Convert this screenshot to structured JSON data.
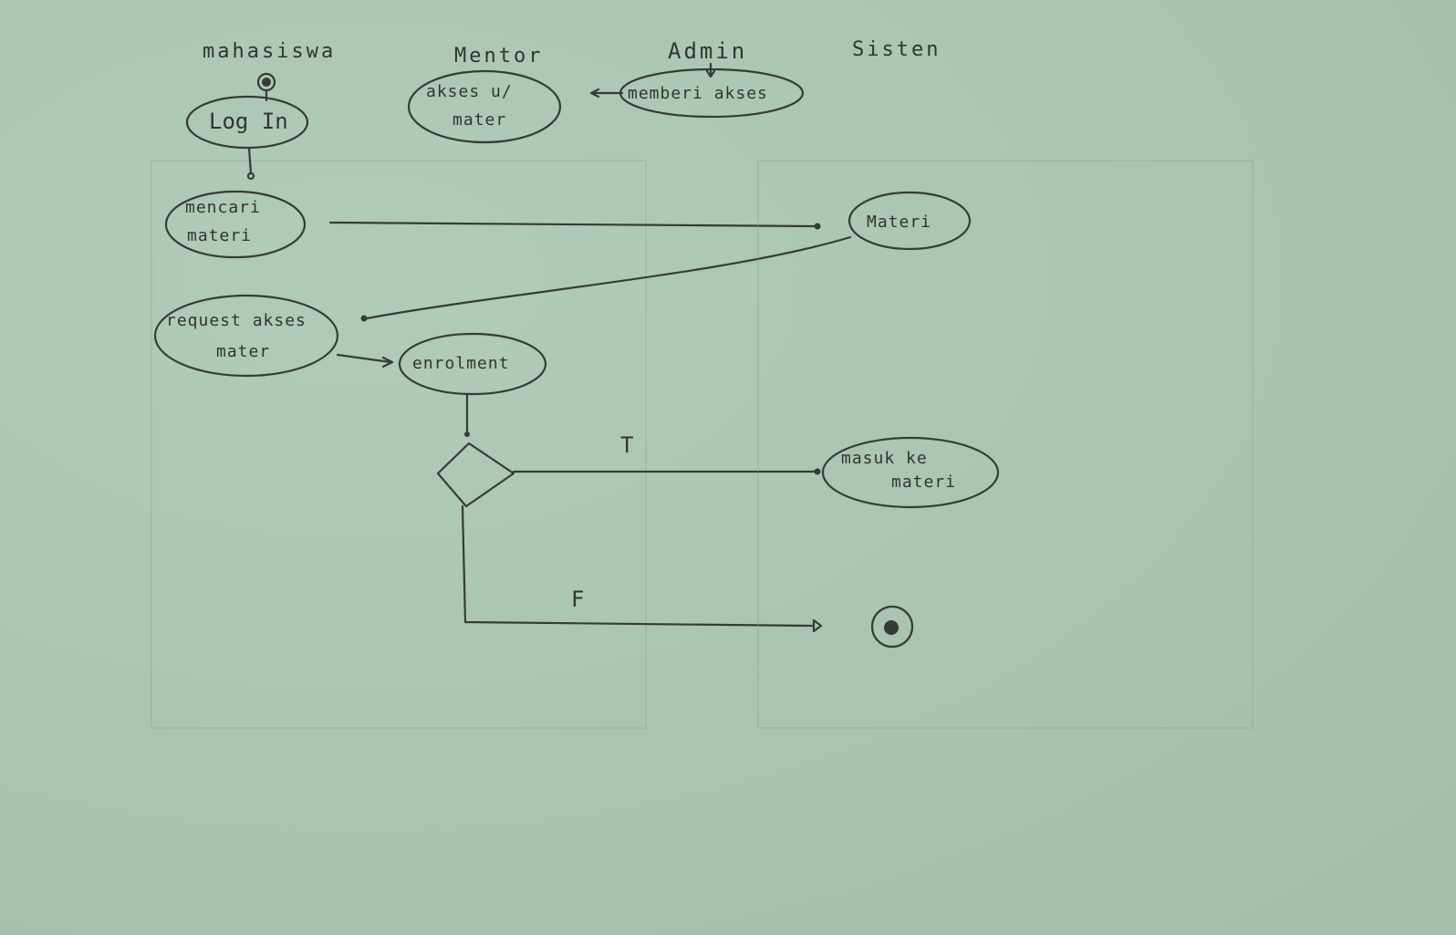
{
  "lanes": {
    "mahasiswa": "mahasiswa",
    "mentor": "Mentor",
    "admin": "Admin",
    "sistem": "Sisten"
  },
  "nodes": {
    "login": "Log In",
    "mencari_line1": "mencari",
    "mencari_line2": "materi",
    "akses_line1": "akses u/",
    "akses_line2": "mater",
    "memberi_akses": "memberi akses",
    "materi": "Materi",
    "request_line1": "request akses",
    "request_line2": "mater",
    "enrollment": "enrolment",
    "masuk_line1": "masuk ke",
    "masuk_line2": "materi"
  },
  "edges": {
    "true_label": "T",
    "false_label": "F"
  },
  "colors": {
    "paper": "#a9c4b2",
    "ink": "#353c38"
  }
}
